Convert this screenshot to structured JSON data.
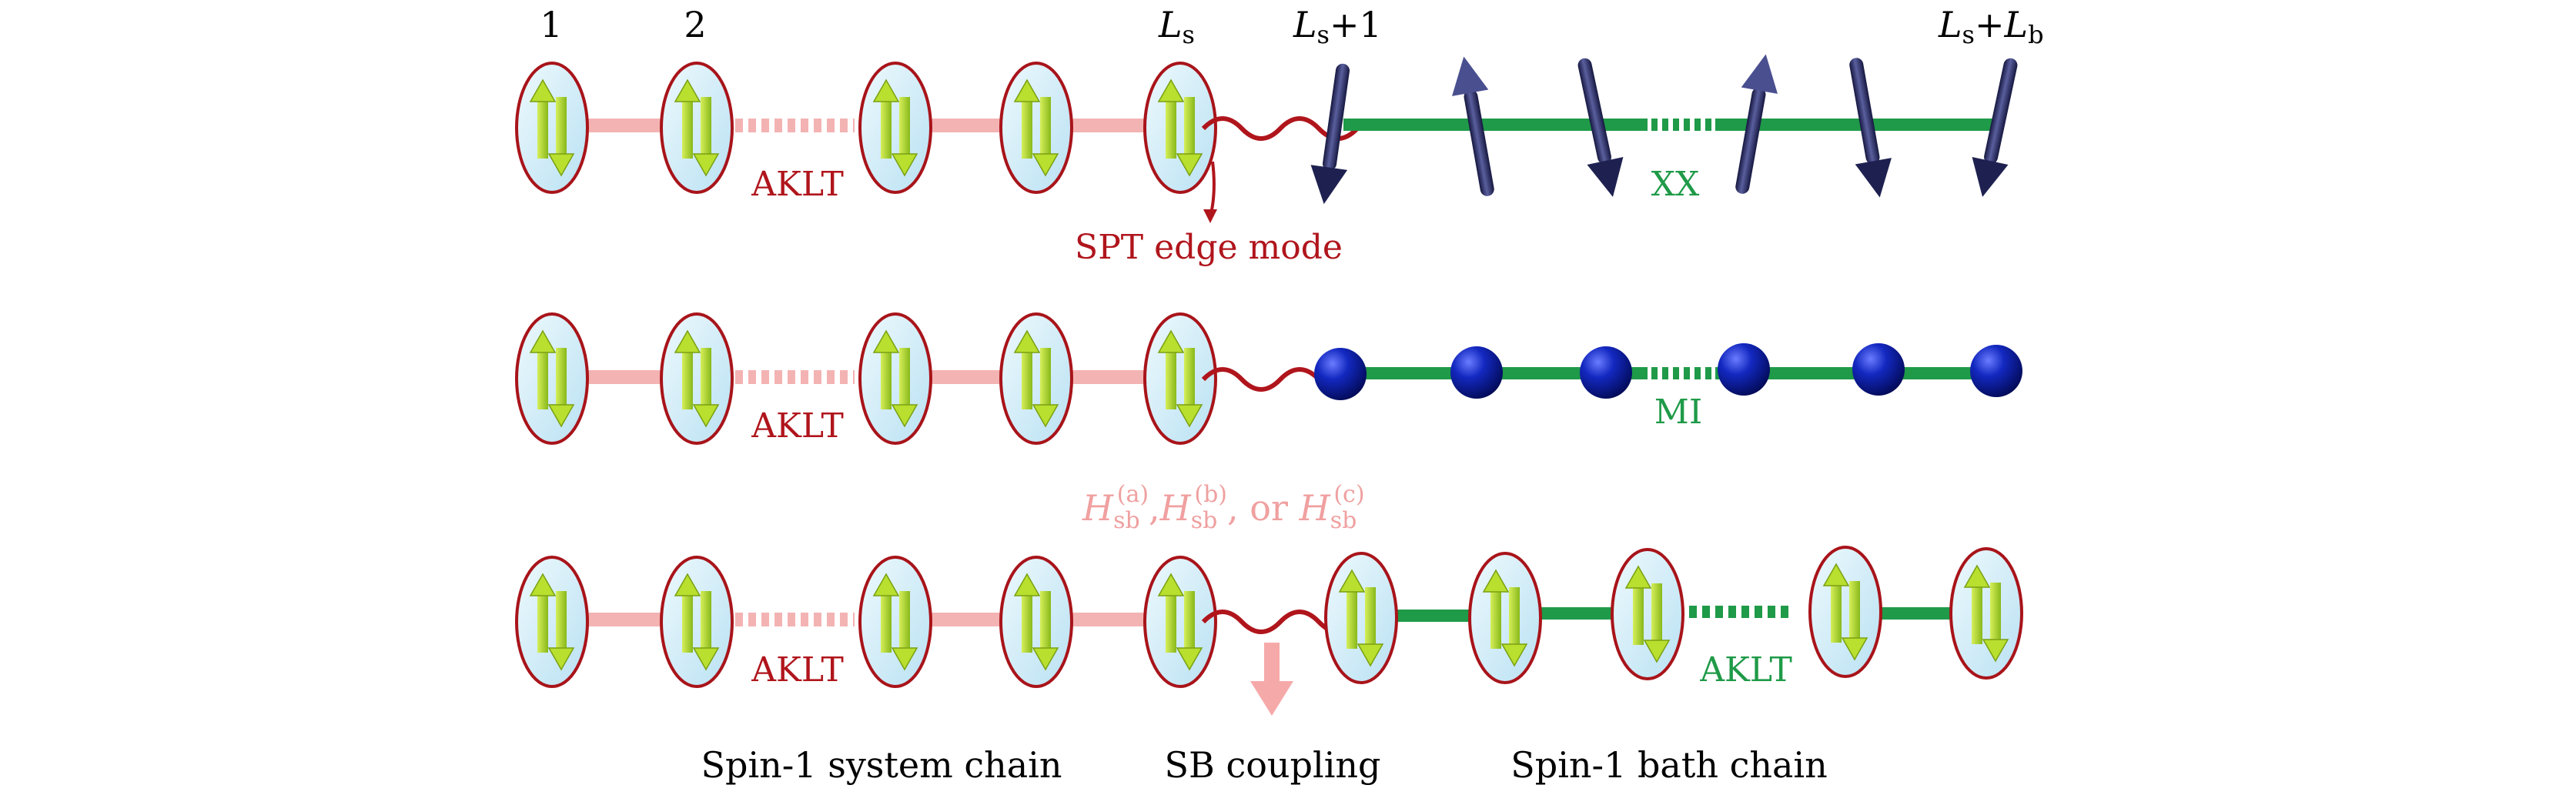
{
  "header": {
    "site_1": "1",
    "site_2": "2",
    "site_ls_main": "L",
    "site_ls_sub": "s",
    "site_ls1_main": "L",
    "site_ls1_sub": "s",
    "site_ls1_suffix": "+1",
    "site_end_main1": "L",
    "site_end_sub1": "s",
    "site_end_plus": "+",
    "site_end_main2": "L",
    "site_end_sub2": "b"
  },
  "rows": {
    "row1": {
      "system_label": "AKLT",
      "bath_label": "XX",
      "edge_label": "SPT edge mode"
    },
    "row2": {
      "system_label": "AKLT",
      "bath_label": "MI"
    },
    "row3": {
      "system_label": "AKLT",
      "bath_label": "AKLT",
      "coupling_formula": {
        "h1": "H",
        "sub1": "sb",
        "sup1": "(a)",
        "comma": ",",
        "h2": "H",
        "sub2": "sb",
        "sup2": "(b)",
        "or": ", or ",
        "h3": "H",
        "sub3": "sb",
        "sup3": "(c)"
      }
    }
  },
  "footer": {
    "system": "Spin-1 system chain",
    "coupling": "SB coupling",
    "bath": "Spin-1 bath chain"
  },
  "colors": {
    "system_bond": "#f4b3b3",
    "bath_bond": "#1f9a48",
    "wavy": "#b0151c",
    "label_red": "#b0151c",
    "label_green": "#1f9a48",
    "formula_pink": "#f0a0a0",
    "ellipse_fill": "#c9e9f6",
    "ellipse_stroke": "#a8141a",
    "arrow_green": "#a6cf2a",
    "spin_navy": "#25285e",
    "ball_blue": "#0a1a9a"
  }
}
